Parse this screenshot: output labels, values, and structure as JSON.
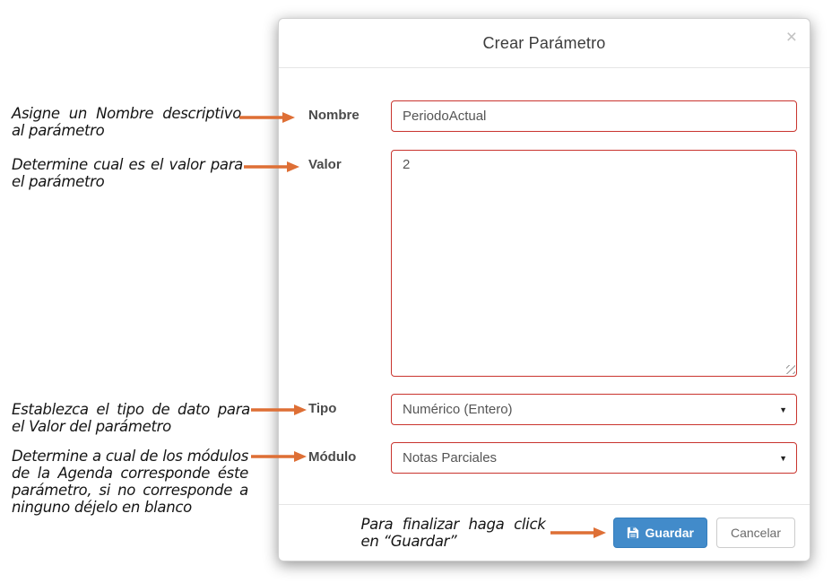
{
  "colors": {
    "arrow": "#de6f35",
    "error": "#c9342e",
    "primary": "#428bca",
    "primary_border": "#357ebd"
  },
  "icons": {
    "close": "×",
    "caret_down": "▼"
  },
  "modal": {
    "title": "Crear Parámetro",
    "nombre": {
      "label": "Nombre",
      "value": "PeriodoActual"
    },
    "valor": {
      "label": "Valor",
      "value": "2"
    },
    "tipo": {
      "label": "Tipo",
      "value": "Numérico (Entero)"
    },
    "modulo": {
      "label": "Módulo",
      "value": "Notas Parciales"
    },
    "footer": {
      "save_label": "Guardar",
      "cancel_label": "Cancelar"
    }
  },
  "annotations": {
    "nombre": "Asigne un Nombre descriptivo al parámetro",
    "valor": "Determine cual es el valor para el parámetro",
    "tipo": "Establezca el tipo de dato para el Valor del parámetro",
    "modulo": "Determine a cual de los módulos de la Agenda corresponde éste parámetro, si no corresponde a ninguno déjelo en blanco",
    "guardar": "Para finalizar haga click en “Guardar”"
  }
}
